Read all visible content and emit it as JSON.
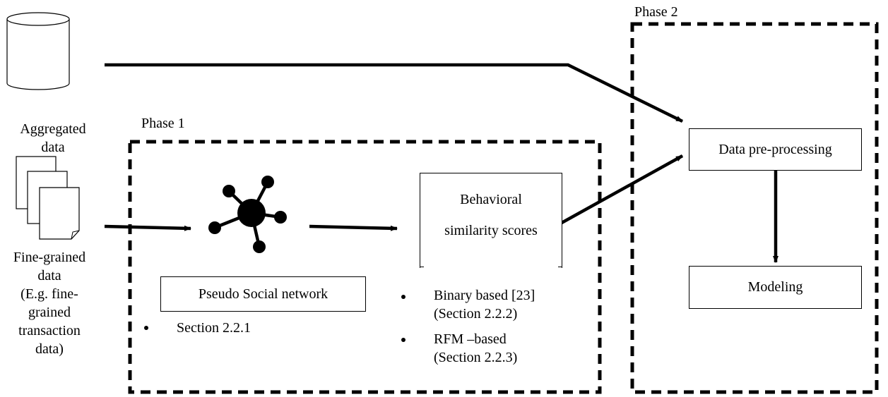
{
  "phase1": {
    "label": "Phase 1"
  },
  "phase2": {
    "label": "Phase 2"
  },
  "aggregated": {
    "label_line1": "Aggregated",
    "label_line2": "data"
  },
  "fine_grained": {
    "label_lines": [
      "Fine-grained",
      "data",
      "(E.g. fine-",
      "grained",
      "transaction",
      "data)"
    ]
  },
  "pseudo_network": {
    "box_label": "Pseudo Social network",
    "bullets": [
      "Section 2.2.1"
    ]
  },
  "similarity": {
    "box_line1": "Behavioral",
    "box_line2": "similarity scores",
    "bullets": [
      {
        "line1": "Binary based [23]",
        "line2": "(Section 2.2.2)"
      },
      {
        "line1": "RFM –based",
        "line2": "(Section 2.2.3)"
      }
    ]
  },
  "preprocessing": {
    "box_label": "Data pre-processing"
  },
  "modeling": {
    "box_label": "Modeling"
  },
  "icons": {
    "database": "database-icon",
    "documents": "documents-icon",
    "network": "network-icon"
  },
  "colors": {
    "stroke": "#000000",
    "background": "#ffffff"
  }
}
